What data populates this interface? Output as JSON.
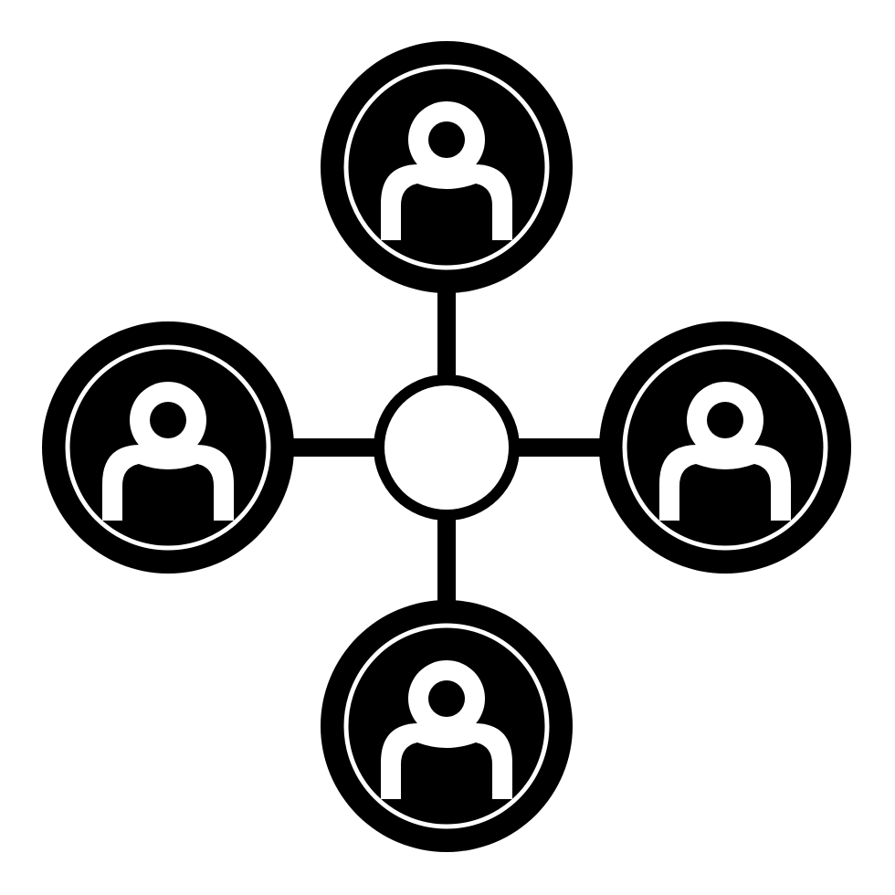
{
  "icon": {
    "name": "user-network-icon",
    "ink_color": "#000000",
    "paper_color": "#ffffff",
    "hub": "hub-node",
    "nodes": [
      "user",
      "user",
      "user",
      "user"
    ]
  }
}
